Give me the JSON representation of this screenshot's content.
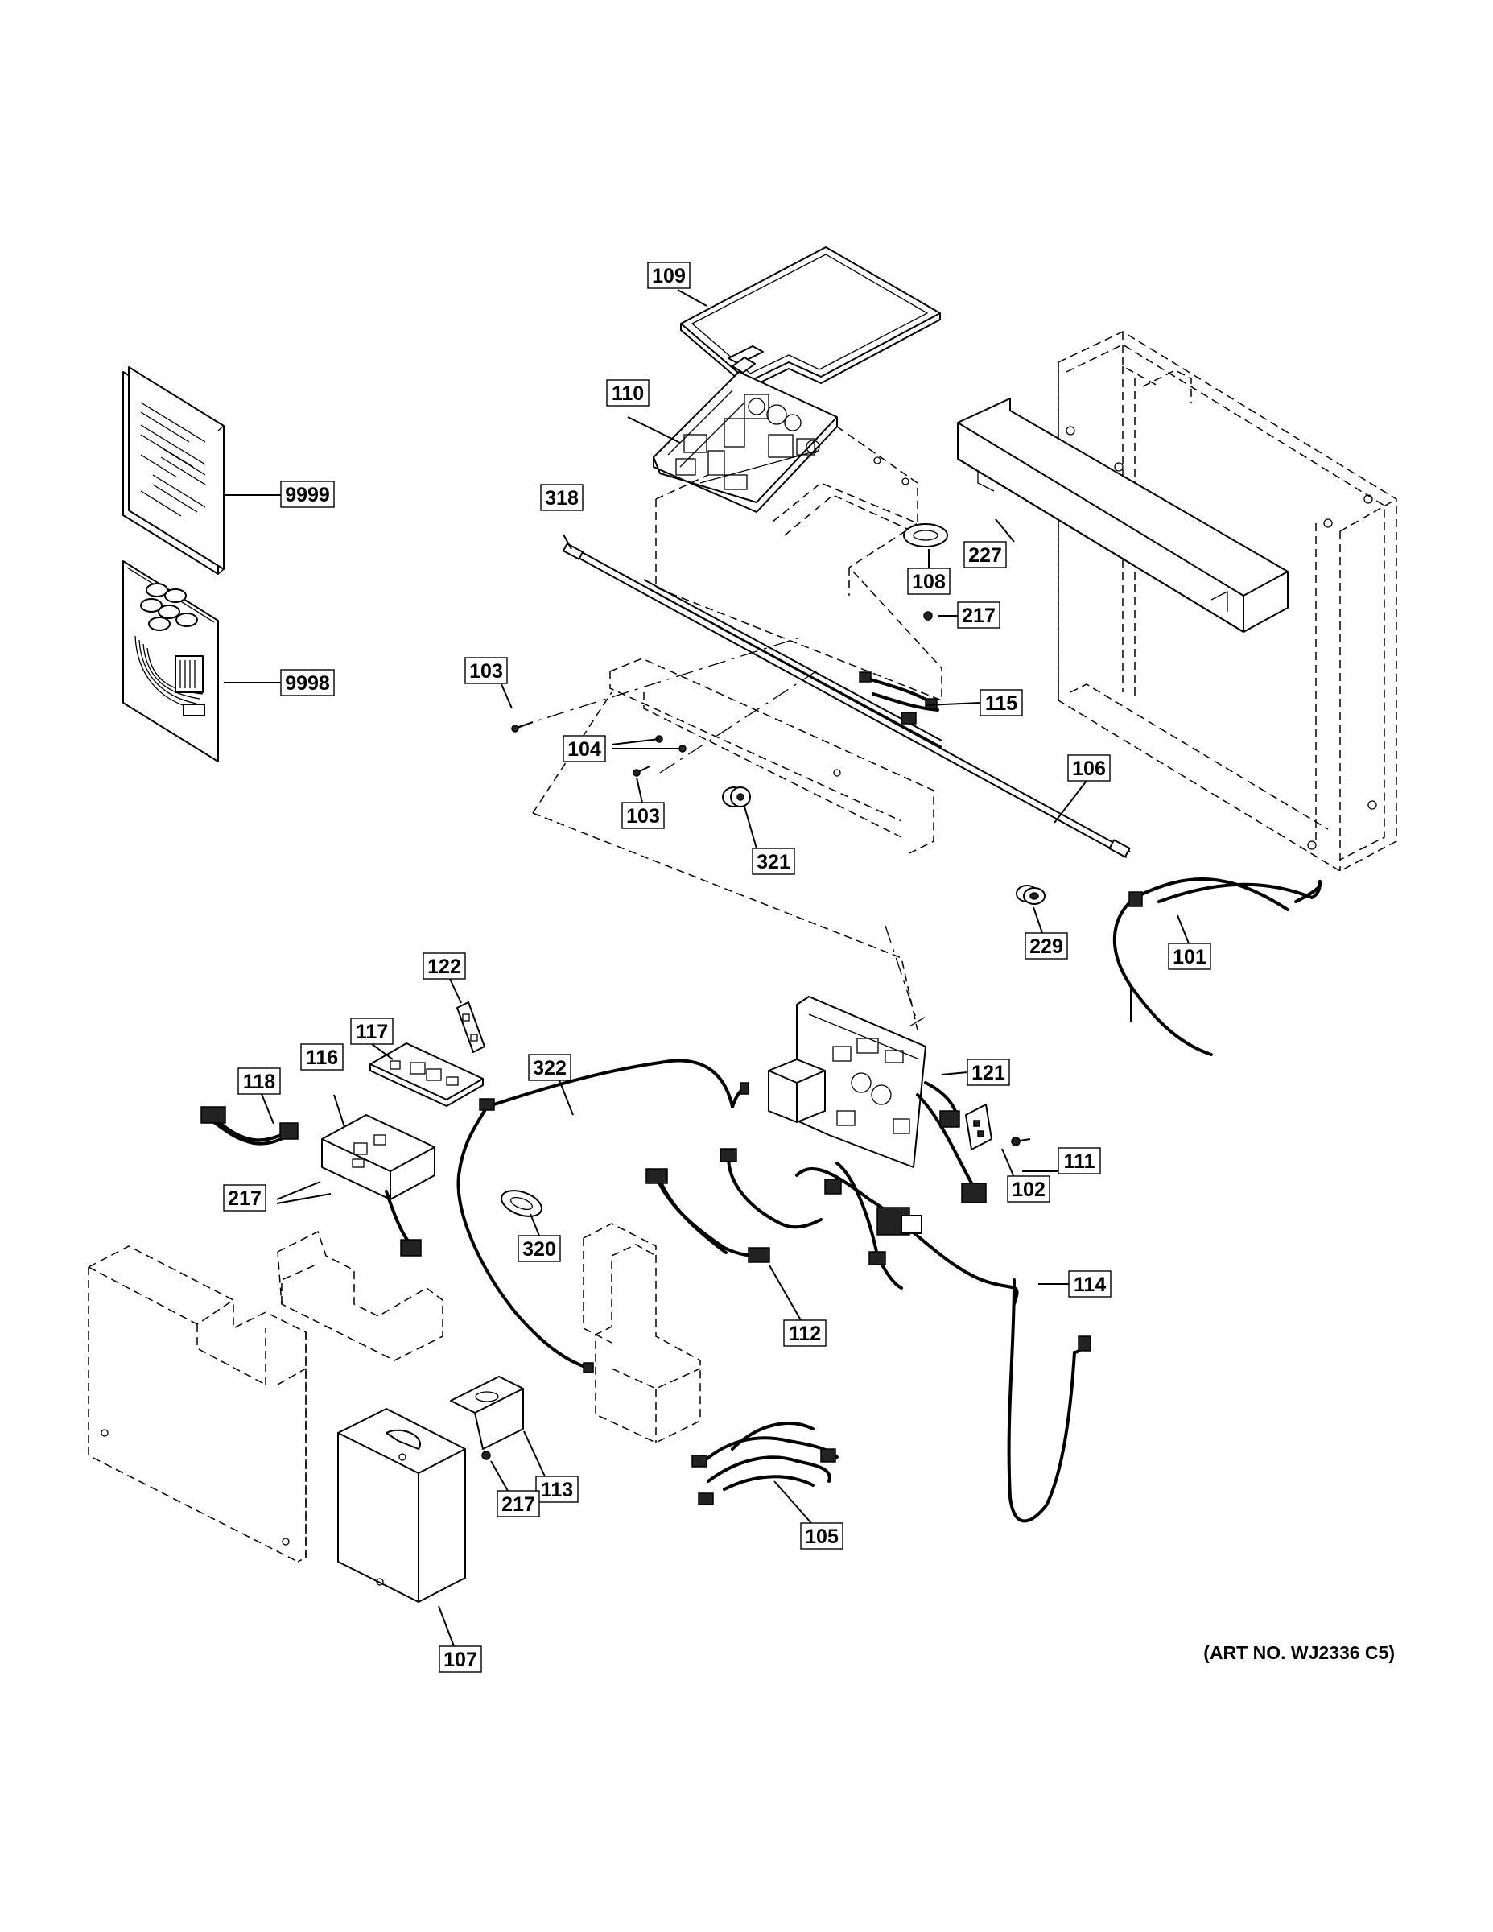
{
  "art_number": "(ART NO. WJ2336 C5)",
  "callouts": [
    {
      "id": "c109",
      "label": "109"
    },
    {
      "id": "c110",
      "label": "110"
    },
    {
      "id": "c318",
      "label": "318"
    },
    {
      "id": "c9999",
      "label": "9999"
    },
    {
      "id": "c9998",
      "label": "9998"
    },
    {
      "id": "c108",
      "label": "108"
    },
    {
      "id": "c217a",
      "label": "217"
    },
    {
      "id": "c227",
      "label": "227"
    },
    {
      "id": "c103a",
      "label": "103"
    },
    {
      "id": "c115",
      "label": "115"
    },
    {
      "id": "c104",
      "label": "104"
    },
    {
      "id": "c103b",
      "label": "103"
    },
    {
      "id": "c106",
      "label": "106"
    },
    {
      "id": "c321",
      "label": "321"
    },
    {
      "id": "c229",
      "label": "229"
    },
    {
      "id": "c101",
      "label": "101"
    },
    {
      "id": "c122",
      "label": "122"
    },
    {
      "id": "c117",
      "label": "117"
    },
    {
      "id": "c322",
      "label": "322"
    },
    {
      "id": "c121",
      "label": "121"
    },
    {
      "id": "c118",
      "label": "118"
    },
    {
      "id": "c116",
      "label": "116"
    },
    {
      "id": "c111",
      "label": "111"
    },
    {
      "id": "c102",
      "label": "102"
    },
    {
      "id": "c217b",
      "label": "217"
    },
    {
      "id": "c320",
      "label": "320"
    },
    {
      "id": "c114",
      "label": "114"
    },
    {
      "id": "c112",
      "label": "112"
    },
    {
      "id": "c113",
      "label": "113"
    },
    {
      "id": "c217c",
      "label": "217"
    },
    {
      "id": "c105",
      "label": "105"
    },
    {
      "id": "c107",
      "label": "107"
    }
  ]
}
